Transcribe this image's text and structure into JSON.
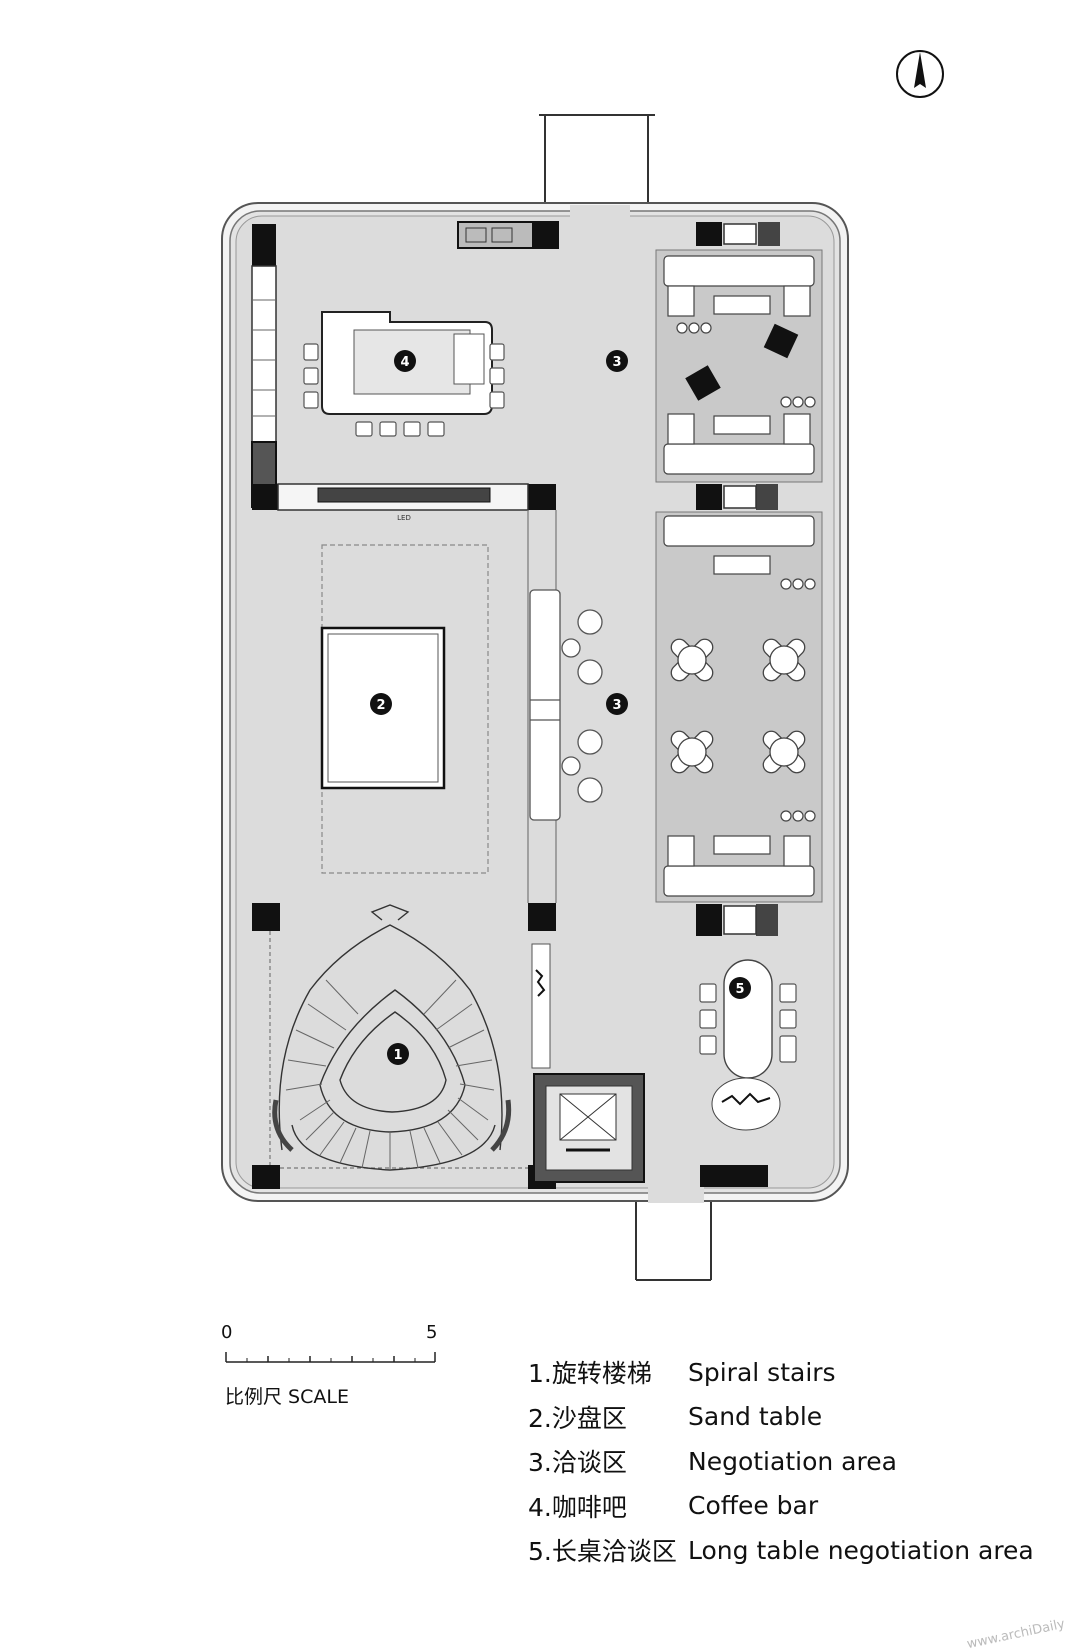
{
  "plan": {
    "markers": [
      "1",
      "2",
      "3",
      "3",
      "4",
      "5"
    ],
    "led_label": "LED",
    "north_icon": "north-arrow-icon"
  },
  "scale": {
    "start": "0",
    "end": "5",
    "label": "比例尺  SCALE"
  },
  "legend": [
    {
      "zh": "1.旋转楼梯",
      "en": "Spiral stairs"
    },
    {
      "zh": "2.沙盘区",
      "en": "Sand table"
    },
    {
      "zh": "3.洽谈区",
      "en": "Negotiation area"
    },
    {
      "zh": "4.咖啡吧",
      "en": "Coffee bar"
    },
    {
      "zh": "5.长桌洽谈区",
      "en": "Long table negotiation area"
    }
  ],
  "watermark": "www.archiDaily"
}
